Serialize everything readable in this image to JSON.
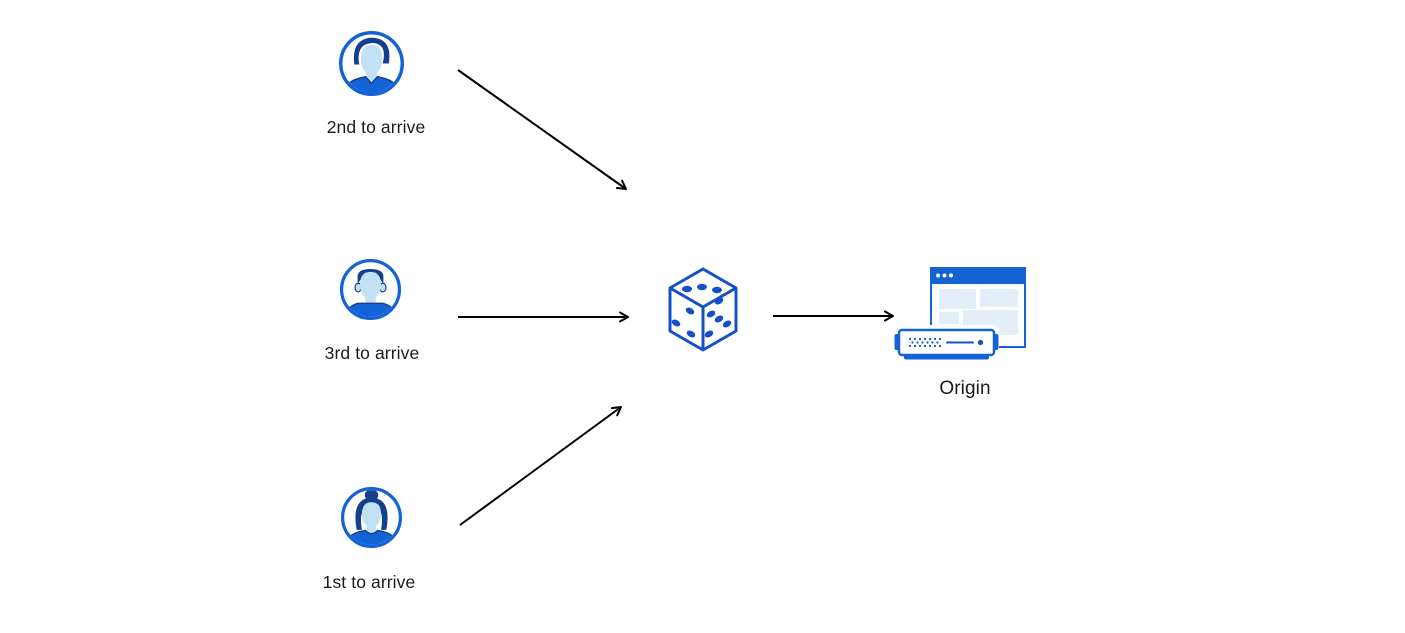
{
  "diagram": {
    "title": "Requests race to origin diagram",
    "background": "#ffffff",
    "colors": {
      "accent_blue": "#1463d6",
      "dice_blue": "#1550c8",
      "hair_navy": "#143f8c",
      "face_light_blue": "#c3e1f5",
      "panel_light_blue": "#e4eef9",
      "arrow_black": "#000000",
      "label_text": "#1a1a1a"
    },
    "nodes": {
      "user_second": {
        "label": "2nd to arrive",
        "icon": "male-avatar-icon"
      },
      "user_third": {
        "label": "3rd to arrive",
        "icon": "male-avatar-icon"
      },
      "user_first": {
        "label": "1st to arrive",
        "icon": "female-avatar-icon"
      },
      "dice": {
        "label": "",
        "icon": "dice-icon"
      },
      "origin": {
        "label": "Origin",
        "icon": "origin-server-icon"
      }
    },
    "edges": [
      {
        "from": "user_second",
        "to": "dice"
      },
      {
        "from": "user_third",
        "to": "dice"
      },
      {
        "from": "user_first",
        "to": "dice"
      },
      {
        "from": "dice",
        "to": "origin"
      }
    ]
  }
}
